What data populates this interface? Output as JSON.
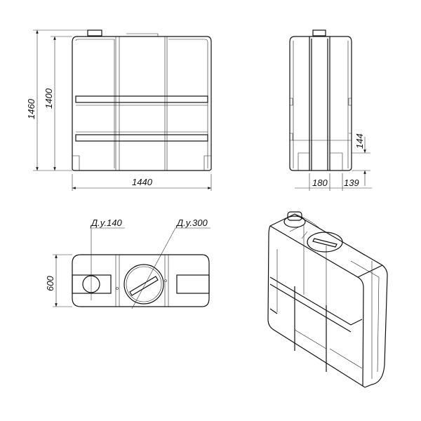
{
  "front_view": {
    "height_total": "1460",
    "height_body": "1400",
    "width": "1440"
  },
  "side_view": {
    "drain_height": "144",
    "depth_left": "180",
    "depth_right": "139"
  },
  "top_view": {
    "depth": "600",
    "small_neck_label": "Д.у.140",
    "large_neck_label": "Д.у.300"
  }
}
